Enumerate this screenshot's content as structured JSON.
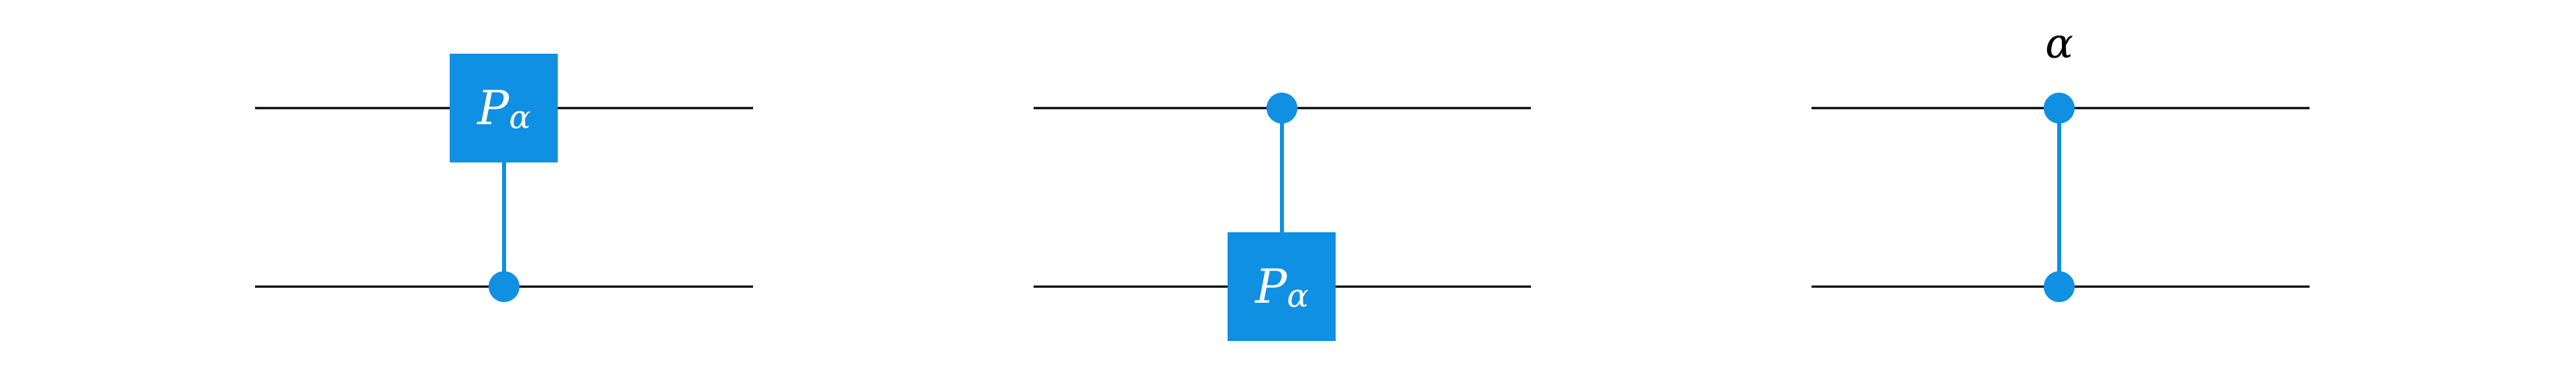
{
  "colors": {
    "gate": "#0f90e2",
    "wire": "#000000",
    "background": "#ffffff"
  },
  "circuits": [
    {
      "kind": "controlled-gate-target-top",
      "gate": {
        "symbol": "P",
        "subscript": "α"
      }
    },
    {
      "kind": "controlled-gate-target-bottom",
      "gate": {
        "symbol": "P",
        "subscript": "α"
      }
    },
    {
      "kind": "symmetric-controlled-phase",
      "parameter": "α"
    }
  ]
}
